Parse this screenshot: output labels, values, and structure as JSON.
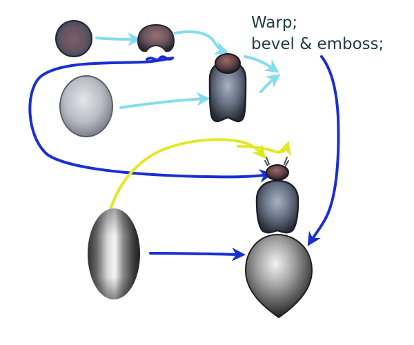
{
  "annotation": {
    "line1": "Warp;",
    "line2": "bevel & emboss;"
  },
  "colors": {
    "background": "#ffffff",
    "annotation_text": "#213c46",
    "arrow_cyan": "#84dcee",
    "arrow_blue": "#1a2fd0",
    "arrow_yellow": "#e3e826",
    "head_fill": "#5e4a55",
    "head_rim": "#2d2530",
    "thorax_fill": "#5f6a7d",
    "thorax_dark": "#2c323c",
    "oval_light": "#b8bcc4",
    "body_silver": "#9a9a9a"
  },
  "shapes": [
    {
      "name": "head-disc",
      "description_icon": "head-disc-icon"
    },
    {
      "name": "head-cut",
      "description_icon": "head-cut-icon"
    },
    {
      "name": "thorax-oval",
      "description_icon": "thorax-oval-icon"
    },
    {
      "name": "head-thorax-assembly",
      "description_icon": "head-thorax-icon"
    },
    {
      "name": "abdomen-oval",
      "description_icon": "abdomen-oval-icon"
    },
    {
      "name": "finished-insect",
      "description_icon": "insect-icon"
    }
  ]
}
